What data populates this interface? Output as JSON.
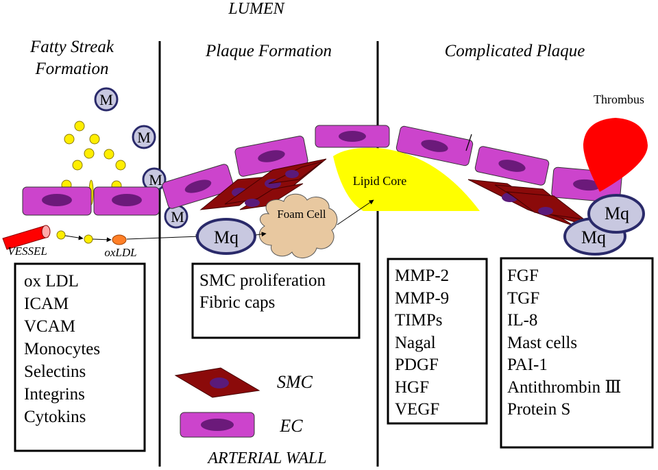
{
  "lumen_label": "LUMEN",
  "arterial_wall_label": "ARTERIAL WALL",
  "stages": {
    "fatty_streak": {
      "line1": "Fatty Streak",
      "line2": "Formation"
    },
    "plaque_formation": "Plaque Formation",
    "complicated_plaque": "Complicated Plaque"
  },
  "cells": {
    "monocyte": "M",
    "macrophage": "Mq",
    "foam_cell": "Foam Cell",
    "lipid_core": "Lipid Core",
    "thrombus": "Thrombus",
    "vessel": "VESSEL",
    "oxldl": "oxLDL"
  },
  "boxes": {
    "fatty_streak_factors": [
      "ox LDL",
      "ICAM",
      "VCAM",
      "Monocytes",
      "Selectins",
      "Integrins",
      "Cytokins"
    ],
    "plaque_factors": [
      "SMC proliferation",
      "Fibric caps"
    ],
    "complicated_factors_1": [
      "MMP-2",
      "MMP-9",
      "TIMPs",
      "Nagal",
      "PDGF",
      "HGF",
      "VEGF"
    ],
    "complicated_factors_2": [
      "FGF",
      "TGF",
      "IL-8",
      "Mast cells",
      "PAI-1",
      "Antithrombin Ⅲ",
      "Protein S"
    ]
  },
  "legend": {
    "smc": "SMC",
    "ec": "EC"
  },
  "colors": {
    "endothelial_cell": "#cc44cc",
    "endothelial_nucleus": "#6b1a7a",
    "smc": "#8b0a0a",
    "smc_nucleus": "#5a1a7a",
    "monocyte_fill": "#c8c8e0",
    "monocyte_border": "#2a2a6a",
    "ldl_particle": "#ffee00",
    "oxldl_particle": "#ff7f27",
    "foam_cell": "#e8c8a0",
    "lipid_core": "#ffff00",
    "thrombus": "#ff0000",
    "vessel": "#ff0000"
  }
}
